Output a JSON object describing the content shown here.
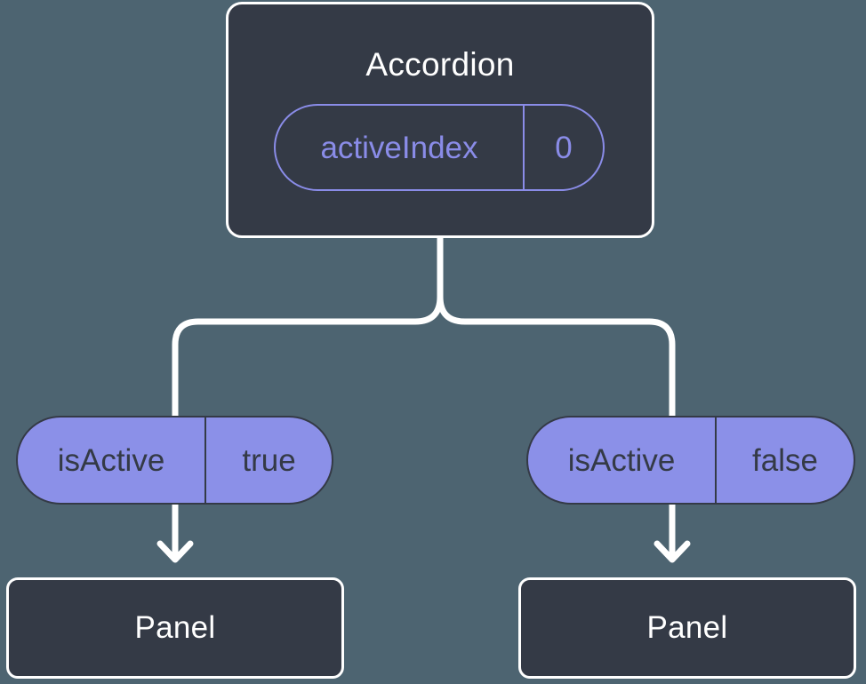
{
  "diagram": {
    "root": {
      "title": "Accordion",
      "state": {
        "name": "activeIndex",
        "value": "0"
      }
    },
    "props": [
      {
        "name": "isActive",
        "value": "true"
      },
      {
        "name": "isActive",
        "value": "false"
      }
    ],
    "leaves": [
      {
        "title": "Panel"
      },
      {
        "title": "Panel"
      }
    ]
  },
  "colors": {
    "background": "#4d6471",
    "node_fill": "#343a46",
    "node_border": "#ffffff",
    "pill_fill": "#8b90e8",
    "accent_purple": "#8a8ce8",
    "dark_text": "#343a46",
    "light_text": "#ffffff",
    "connector": "#ffffff"
  }
}
